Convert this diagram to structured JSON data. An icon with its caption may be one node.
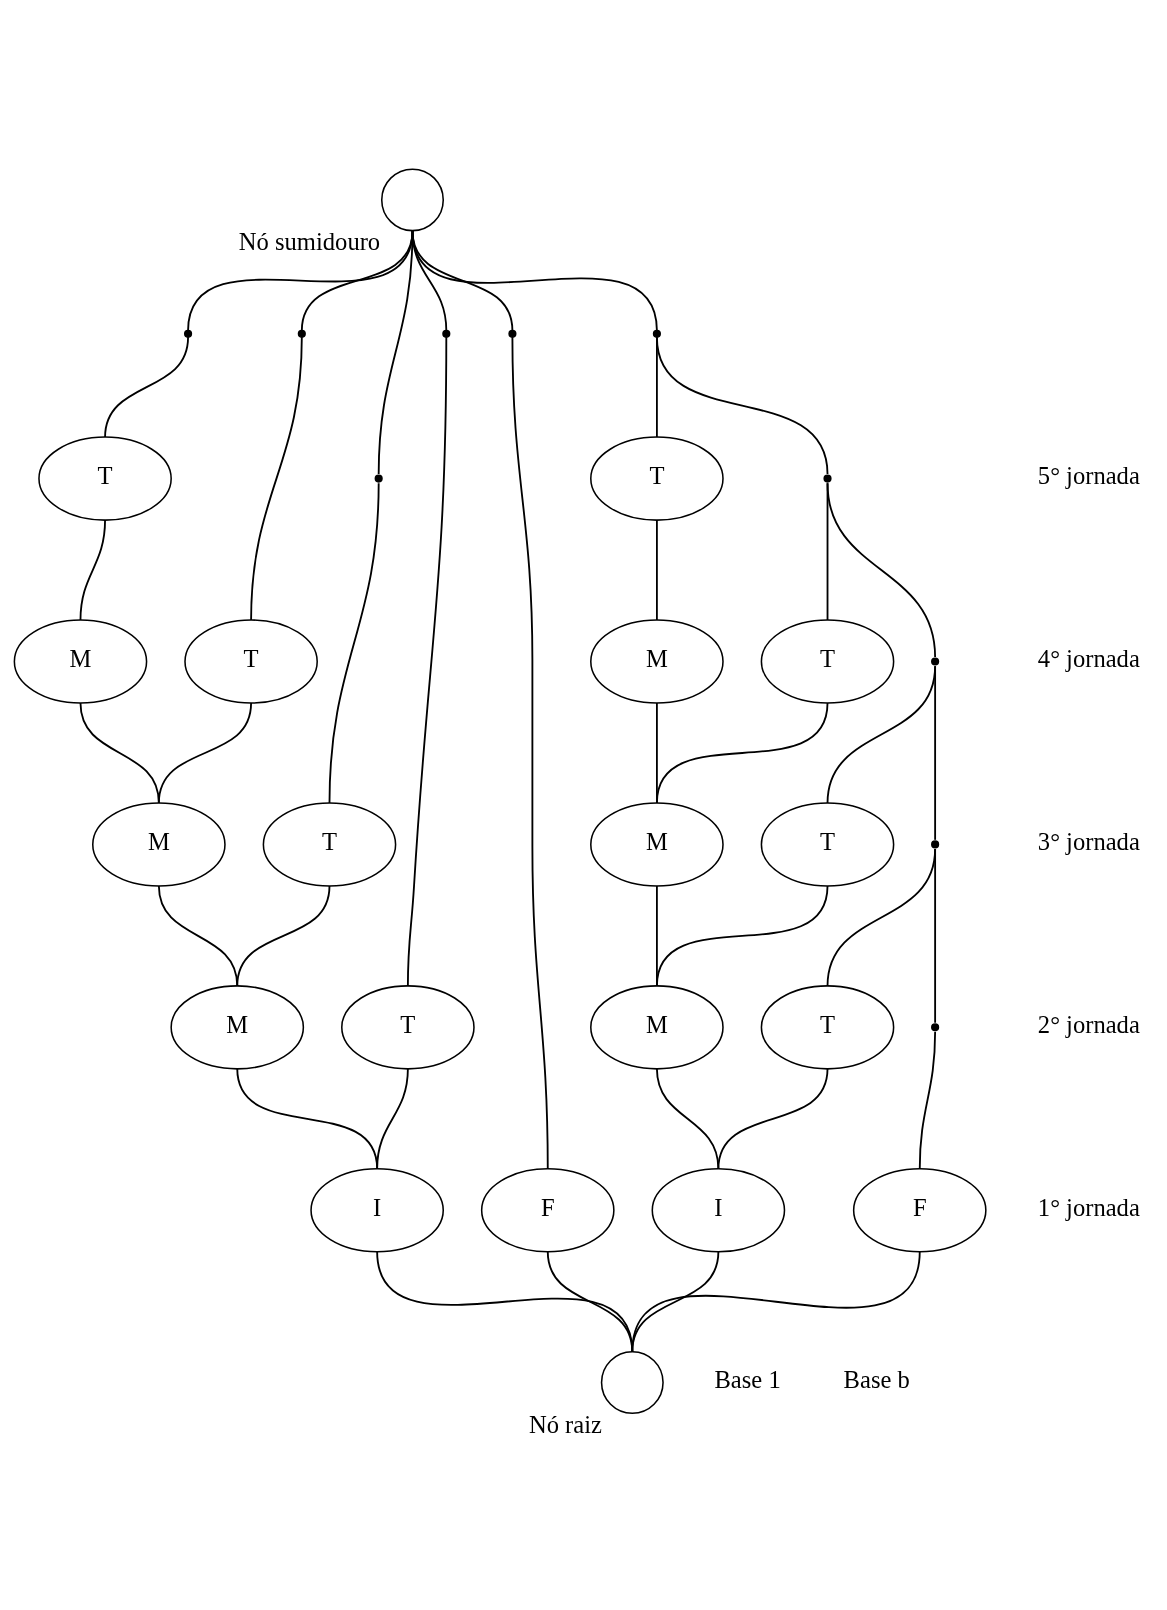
{
  "diagram": {
    "nodes": [
      {
        "text": [],
        "shape": "circle",
        "beside": [
          "Nó sumidouro"
        ]
      },
      {
        "text": [],
        "shape": "circle",
        "beside": [
          "Nó raiz"
        ]
      },
      {
        "text": [
          "I"
        ]
      },
      {
        "text": [
          "F"
        ]
      },
      {
        "text": [
          "M"
        ]
      },
      {
        "text": [
          "T"
        ]
      },
      {
        "text": [
          "M"
        ]
      },
      {
        "text": [
          "T"
        ]
      },
      {
        "text": [
          "M"
        ]
      },
      {
        "text": [
          "T"
        ]
      },
      {
        "text": [
          "T"
        ]
      },
      {
        "text": [],
        "shape": "point"
      },
      {
        "text": [],
        "shape": "point"
      },
      {
        "text": [],
        "shape": "point"
      },
      {
        "text": [],
        "shape": "point"
      },
      {
        "text": [],
        "shape": "point"
      },
      {
        "text": [
          "I"
        ]
      },
      {
        "text": [
          "F"
        ]
      },
      {
        "text": [
          "M"
        ]
      },
      {
        "text": [
          "T"
        ]
      },
      {
        "text": [
          "M"
        ]
      },
      {
        "text": [
          "T"
        ]
      },
      {
        "text": [
          "M"
        ]
      },
      {
        "text": [
          "T"
        ]
      },
      {
        "text": [
          "T"
        ]
      },
      {
        "text": [],
        "shape": "point"
      },
      {
        "text": [],
        "shape": "point"
      },
      {
        "text": [],
        "shape": "point"
      },
      {
        "text": [],
        "shape": "point"
      },
      {
        "text": [],
        "shape": "point"
      }
    ],
    "edges": [
      {
        "from": 1,
        "to": 2,
        "arrow": "none"
      },
      {
        "from": 1,
        "to": 3,
        "arrow": "none"
      },
      {
        "from": 1,
        "to": 16,
        "arrow": "none"
      },
      {
        "from": 1,
        "to": 17,
        "arrow": "none"
      },
      {
        "from": 2,
        "to": 4,
        "arrow": "none"
      },
      {
        "from": 2,
        "to": 5,
        "arrow": "none"
      },
      {
        "from": 4,
        "to": 6,
        "arrow": "none"
      },
      {
        "from": 4,
        "to": 7,
        "arrow": "none"
      },
      {
        "from": 6,
        "to": 8,
        "arrow": "none"
      },
      {
        "from": 6,
        "to": 9,
        "arrow": "none"
      },
      {
        "from": 8,
        "to": 10,
        "arrow": "none"
      },
      {
        "from": 3,
        "to": 11,
        "arrow": "none"
      },
      {
        "from": 5,
        "to": 12,
        "arrow": "none"
      },
      {
        "from": 7,
        "to": 13,
        "arrow": "none"
      },
      {
        "from": 9,
        "to": 14,
        "arrow": "none"
      },
      {
        "from": 10,
        "to": 15,
        "arrow": "none"
      },
      {
        "from": 11,
        "to": 0,
        "arrow": "none"
      },
      {
        "from": 12,
        "to": 0,
        "arrow": "none"
      },
      {
        "from": 13,
        "to": 0,
        "arrow": "none"
      },
      {
        "from": 14,
        "to": 0,
        "arrow": "none"
      },
      {
        "from": 15,
        "to": 0,
        "arrow": "none"
      },
      {
        "from": 16,
        "to": 18,
        "arrow": "none"
      },
      {
        "from": 16,
        "to": 19,
        "arrow": "none"
      },
      {
        "from": 18,
        "to": 20,
        "arrow": "none"
      },
      {
        "from": 18,
        "to": 21,
        "arrow": "none"
      },
      {
        "from": 20,
        "to": 22,
        "arrow": "none"
      },
      {
        "from": 20,
        "to": 23,
        "arrow": "none"
      },
      {
        "from": 22,
        "to": 24,
        "arrow": "none"
      },
      {
        "from": 17,
        "to": 25,
        "arrow": "none"
      },
      {
        "from": 19,
        "to": 26,
        "arrow": "none"
      },
      {
        "from": 21,
        "to": 27,
        "arrow": "none"
      },
      {
        "from": 23,
        "to": 28,
        "arrow": "none"
      },
      {
        "from": 24,
        "to": 29,
        "arrow": "none"
      },
      {
        "from": 25,
        "to": 26,
        "arrow": "none"
      },
      {
        "from": 26,
        "to": 27,
        "arrow": "none"
      },
      {
        "from": 27,
        "to": 28,
        "arrow": "none"
      },
      {
        "from": 28,
        "to": 29,
        "arrow": "none"
      },
      {
        "from": 29,
        "to": 0,
        "arrow": "none"
      }
    ],
    "labels": [
      "5° jornada",
      "4° jornada",
      "3° jornada",
      "2° jornada",
      "1° jornada",
      "Base 1",
      "Base b"
    ]
  }
}
